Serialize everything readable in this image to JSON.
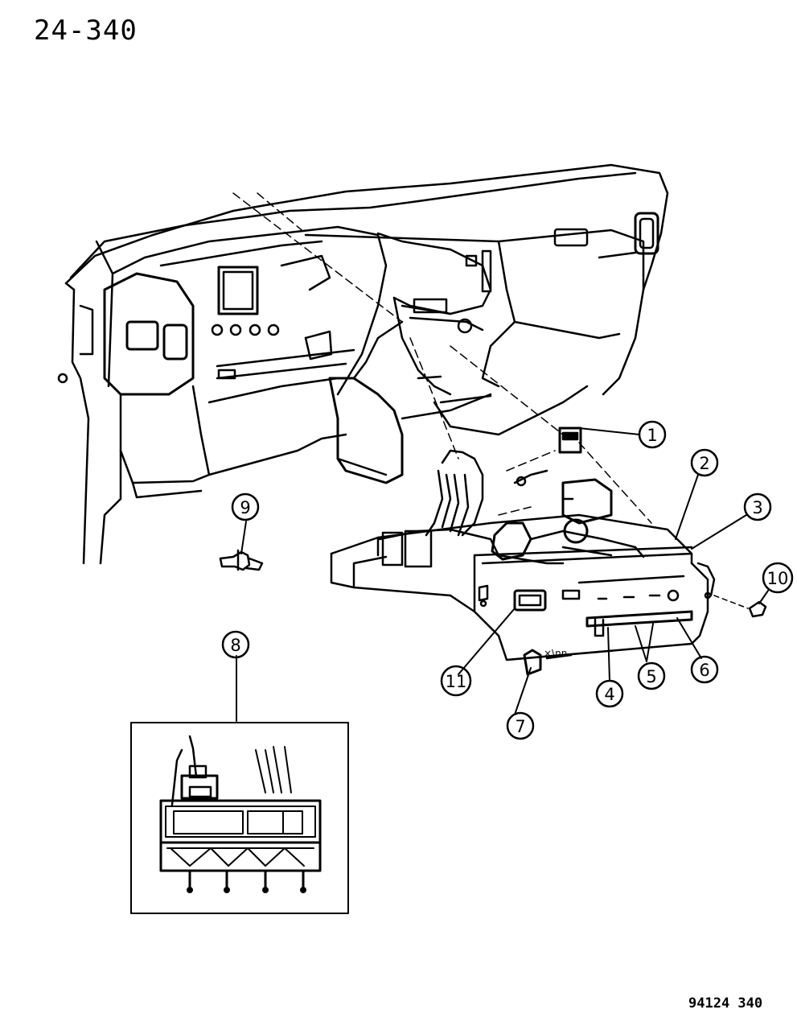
{
  "page": {
    "page_number": "24-340",
    "figure_code": "94124  340"
  },
  "callouts": [
    {
      "id": "c1",
      "label": "1"
    },
    {
      "id": "c2",
      "label": "2"
    },
    {
      "id": "c3",
      "label": "3"
    },
    {
      "id": "c4",
      "label": "4"
    },
    {
      "id": "c5",
      "label": "5"
    },
    {
      "id": "c6",
      "label": "6"
    },
    {
      "id": "c7",
      "label": "7"
    },
    {
      "id": "c8",
      "label": "8"
    },
    {
      "id": "c9",
      "label": "9"
    },
    {
      "id": "c10",
      "label": "10"
    },
    {
      "id": "c11",
      "label": "11"
    }
  ]
}
